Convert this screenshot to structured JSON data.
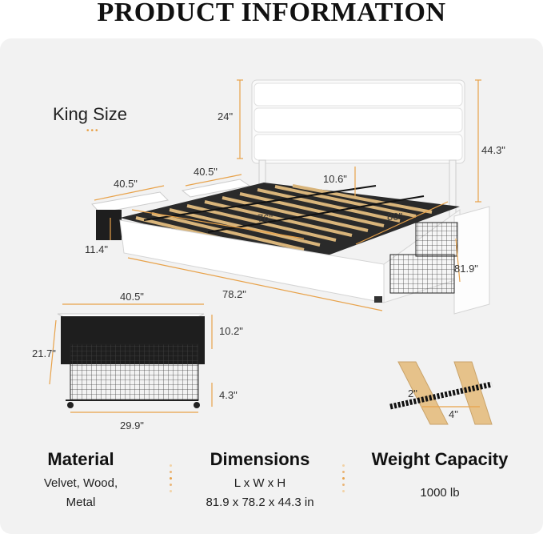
{
  "title": "PRODUCT INFORMATION",
  "size_label": "King Size",
  "dims": {
    "headboard_height": "24\"",
    "total_height": "44.3\"",
    "drawer_width_left": "40.5\"",
    "drawer_width_right": "40.5\"",
    "leg_clearance": "10.6\"",
    "inner_length": "76\"",
    "inner_width": "80\"",
    "side_height": "11.4\"",
    "outer_width": "81.9\"",
    "outer_length": "78.2\""
  },
  "drawer": {
    "width_top": "40.5\"",
    "depth": "21.7\"",
    "height": "10.2\"",
    "wheel_height": "4.3\"",
    "basket_width": "29.9\""
  },
  "slat": {
    "gap": "2\"",
    "width": "4\""
  },
  "features": [
    {
      "heading": "Material",
      "lines": [
        "Velvet, Wood,",
        "Metal"
      ]
    },
    {
      "heading": "Dimensions",
      "lines": [
        "L x W x H",
        "81.9 x 78.2 x 44.3 in"
      ]
    },
    {
      "heading": "Weight Capacity",
      "lines": [
        "1000 lb"
      ]
    }
  ],
  "colors": {
    "accent": "#e8a24a",
    "frame": "#1e1e1e",
    "upholstery": "#ffffff",
    "slat": "#d8b47a"
  }
}
